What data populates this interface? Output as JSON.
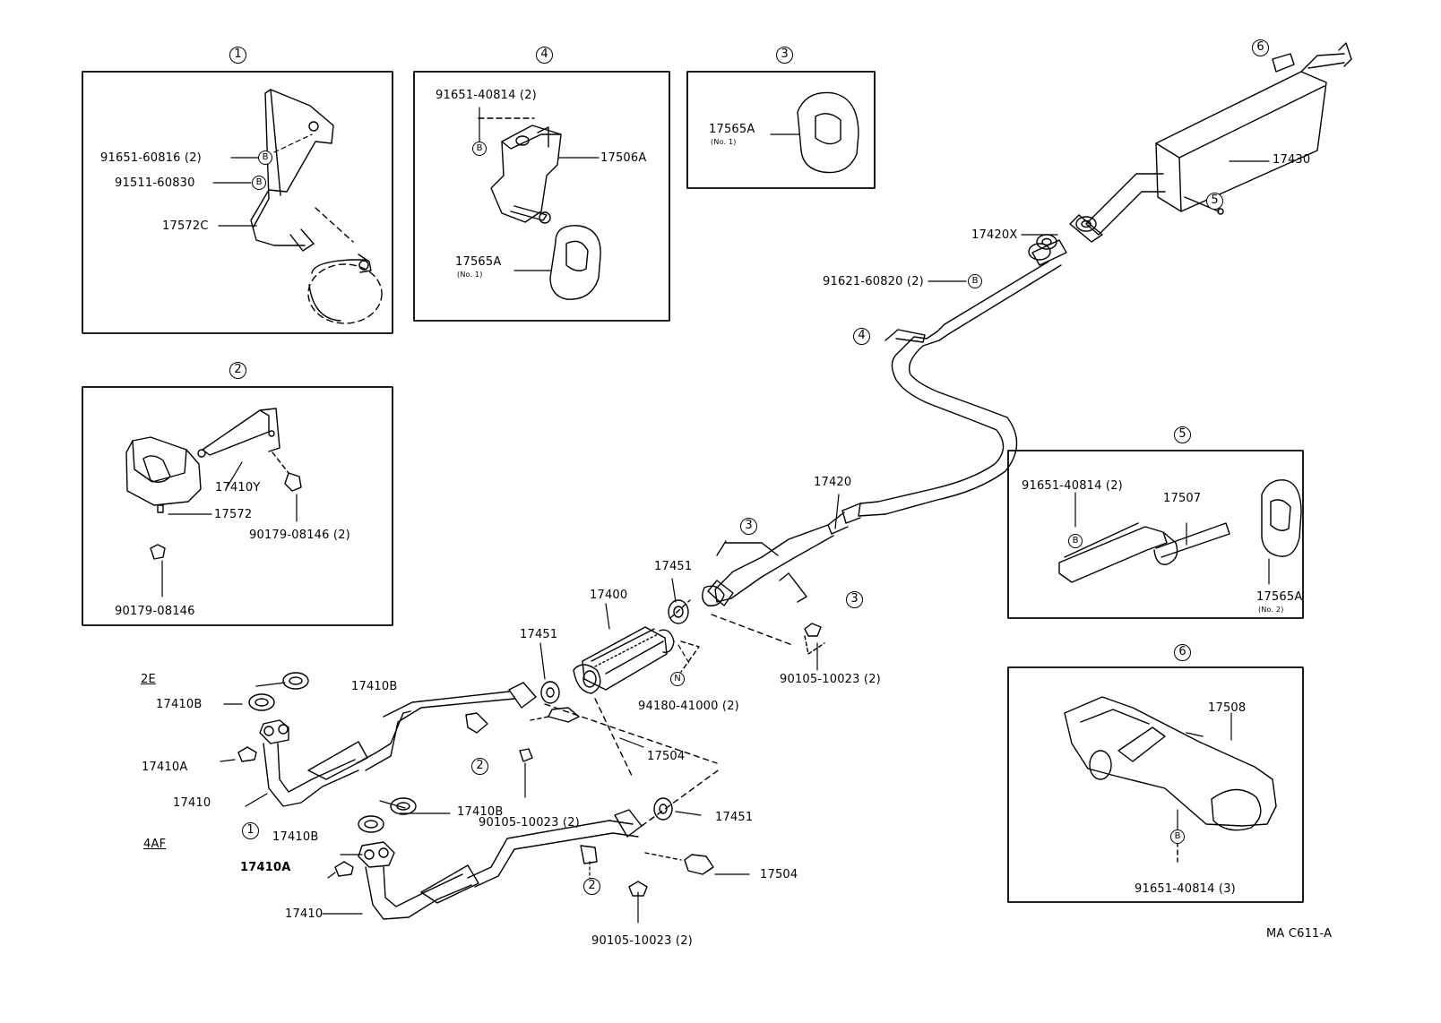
{
  "detail_numbers": [
    "1",
    "2",
    "3",
    "4",
    "5",
    "6"
  ],
  "callout_letters": {
    "bolt": "B",
    "nut": "N"
  },
  "variants": {
    "upper": "2E",
    "lower": "4AF"
  },
  "detail_1": {
    "p_91651_60816": "91651-60816 (2)",
    "p_91511_60830": "91511-60830",
    "p_17572C": "17572C"
  },
  "detail_2": {
    "p_17410Y": "17410Y",
    "p_17572": "17572",
    "p_90179_08146_2": "90179-08146 (2)",
    "p_90179_08146": "90179-08146"
  },
  "detail_3": {
    "p_17565A": "17565A",
    "note": "(No. 1)"
  },
  "detail_4": {
    "p_91651_40814": "91651-40814 (2)",
    "p_17506A": "17506A",
    "p_17565A": "17565A",
    "note": "(No. 1)"
  },
  "detail_5": {
    "p_91651_40814": "91651-40814 (2)",
    "p_17507": "17507",
    "p_17565A": "17565A",
    "note": "(No. 2)"
  },
  "detail_6": {
    "p_17508": "17508",
    "p_91651_40814": "91651-40814 (3)"
  },
  "main": {
    "p_17430": "17430",
    "p_17420X": "17420X",
    "p_91621_60820": "91621-60820 (2)",
    "p_17420": "17420",
    "p_17451_a": "17451",
    "p_17451_b": "17451",
    "p_17451_c": "17451",
    "p_17400": "17400",
    "p_94180_41000": "94180-41000 (2)",
    "p_90105_10023_a": "90105-10023 (2)",
    "p_90105_10023_b": "90105-10023 (2)",
    "p_90105_10023_c": "90105-10023 (2)",
    "p_17504_a": "17504",
    "p_17504_b": "17504",
    "p_17410B_a": "17410B",
    "p_17410B_b": "17410B",
    "p_17410B_c": "17410B",
    "p_17410B_d": "17410B",
    "p_17410A_a": "17410A",
    "p_17410A_b": "17410A",
    "p_17410_a": "17410",
    "p_17410_b": "17410"
  },
  "figure_code": "MA C611-A"
}
